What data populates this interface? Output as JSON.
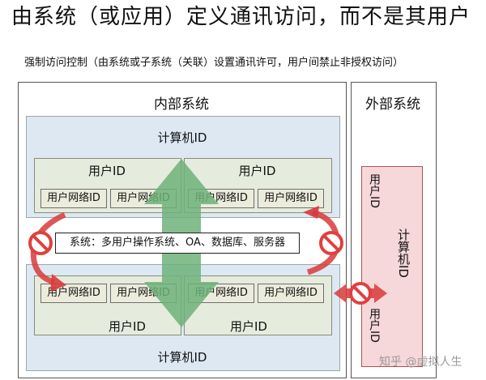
{
  "title": "由系统（或应用）定义通讯访问，而不是其用户",
  "subtitle": "强制访问控制（由系统或子系统（关联）设置通讯许可，用户间禁止非授权访问）",
  "internal_system": {
    "label": "内部系统",
    "top_machine": {
      "label": "计算机ID",
      "users": [
        {
          "label": "用户ID",
          "net_ids": [
            "用户网络ID",
            "用户网络ID"
          ]
        },
        {
          "label": "用户ID",
          "net_ids": [
            "用户网络ID",
            "用户网络ID"
          ]
        }
      ]
    },
    "system_box": "系统：多用户操作系统、OA、数据库、服务器",
    "bottom_machine": {
      "label": "计算机ID",
      "users": [
        {
          "label": "用户ID",
          "net_ids": [
            "用户网络ID",
            "用户网络ID"
          ]
        },
        {
          "label": "用户ID",
          "net_ids": [
            "用户网络ID",
            "用户网络ID"
          ]
        }
      ]
    }
  },
  "external_system": {
    "label": "外部系统",
    "machine_label": "计算机ID",
    "user_top": "用户ID",
    "user_bottom": "用户ID"
  },
  "watermark": "知乎 @虚拟人生",
  "colors": {
    "green_arrow": "#6fb27a",
    "red_arrow": "#d83a3a",
    "prohibit": "#e0403f",
    "machine_bg": "#dde8f3",
    "user_bg": "#e6ecdd",
    "external_machine_bg": "#f6d7da"
  }
}
